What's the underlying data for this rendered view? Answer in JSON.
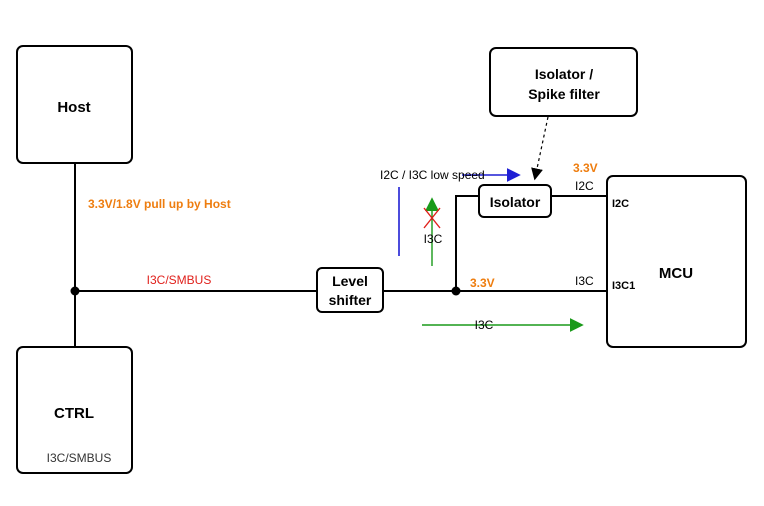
{
  "blocks": {
    "host": "Host",
    "ctrl": "CTRL",
    "ctrl_sub": "I3C/SMBUS",
    "mcu": "MCU",
    "level_shifter_line1": "Level",
    "level_shifter_line2": "shifter",
    "isolator": "Isolator",
    "isolator_spike_line1": "Isolator /",
    "isolator_spike_line2": "Spike filter"
  },
  "labels": {
    "pullup_host": "3.3V/1.8V pull up by Host",
    "bus_i3c_smbus": "I3C/SMBUS",
    "i2c_i3c_low_speed": "I2C / I3C low speed",
    "i3c_blocked": "I3C",
    "v33_bus": "3.3V",
    "v33_mcu": "3.3V",
    "i2c_wire": "I2C",
    "i3c_wire": "I3C",
    "mcu_i2c_pin": "I2C",
    "mcu_i3c1_pin": "I3C1",
    "i3c_flow": "I3C"
  },
  "colors": {
    "orange": "#ee7d0f",
    "red": "#e0201b",
    "blue": "#1f1fd4",
    "green": "#1a9a1a",
    "black": "#000000"
  }
}
